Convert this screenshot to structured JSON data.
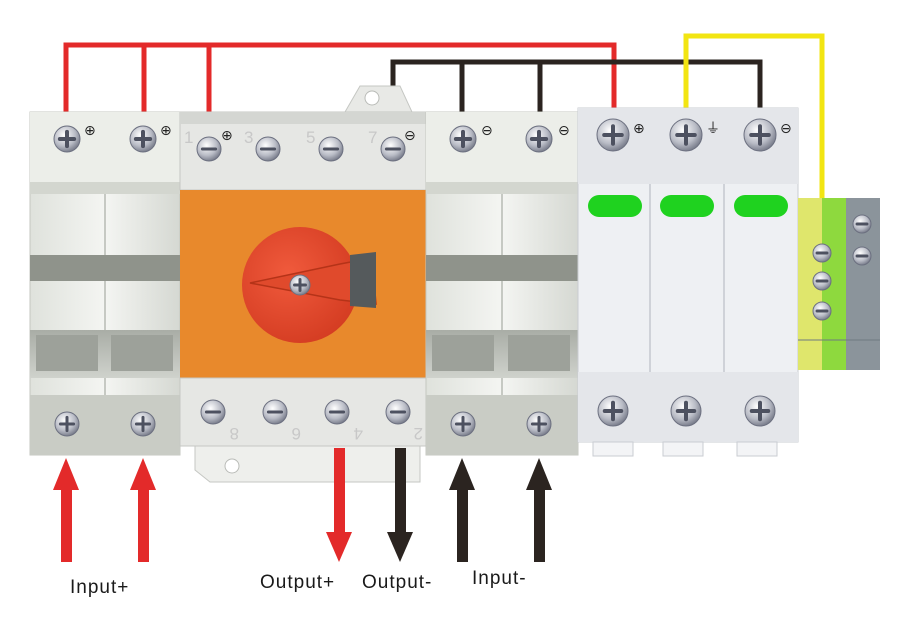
{
  "labels": {
    "input_pos": "Input+",
    "output_pos": "Output+",
    "output_neg": "Output-",
    "input_neg": "Input-"
  },
  "terminal_numbers": {
    "top": [
      "1",
      "3",
      "5",
      "7"
    ],
    "bottom": [
      "8",
      "6",
      "4",
      "2"
    ]
  },
  "symbols": {
    "plus": "⊕",
    "minus": "⊖",
    "ground": "⏚"
  },
  "colors": {
    "positive_wire": "#e32a2a",
    "negative_wire": "#2b2420",
    "ground_wire": "#f2e512",
    "switch_body": "#e8892c",
    "switch_knob": "#e5432a",
    "indicator": "#1fd21f",
    "ground_bar_yellow": "#dfe66c",
    "ground_bar_green": "#8ed93e",
    "ground_bar_grey": "#8b949b"
  }
}
